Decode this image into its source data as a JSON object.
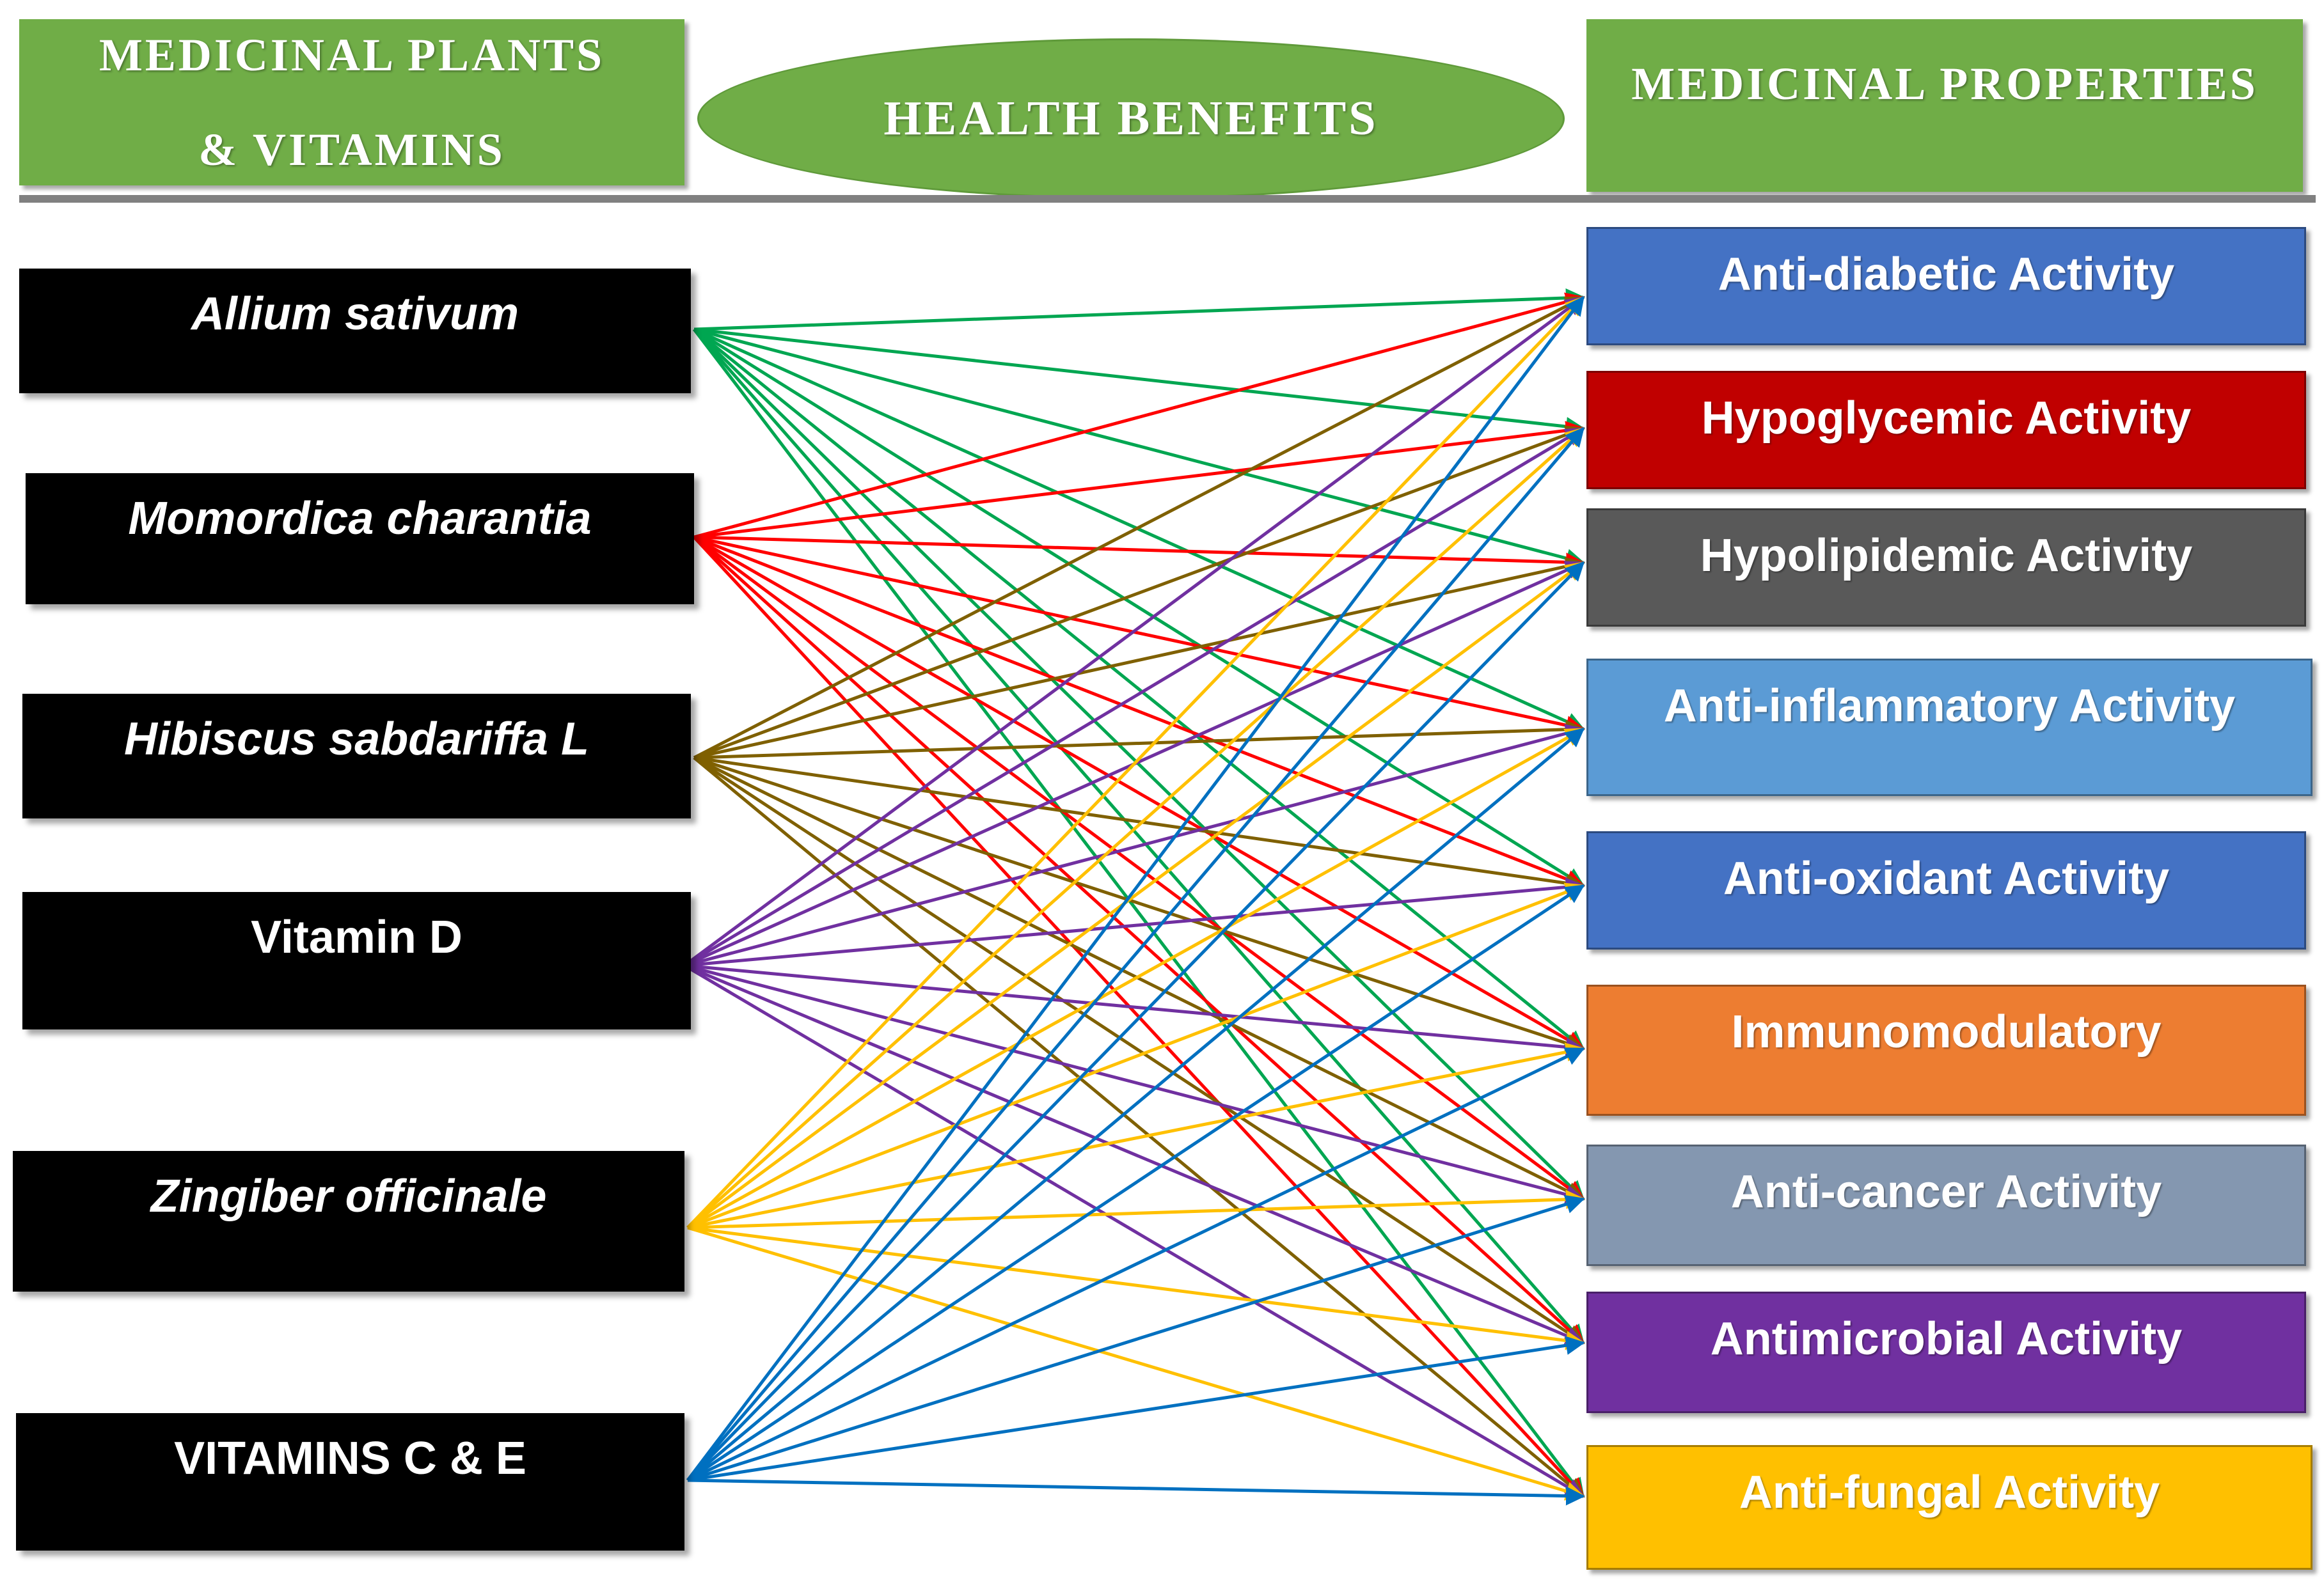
{
  "headers": {
    "plants_line1": "MEDICINAL PLANTS",
    "plants_line2": "& VITAMINS",
    "benefits": "HEALTH BENEFITS",
    "properties": "MEDICINAL PROPERTIES"
  },
  "sources": [
    {
      "label": "Allium sativum",
      "italic": true,
      "color": "#00a651"
    },
    {
      "label": "Momordica charantia",
      "italic": true,
      "color": "#ff0000"
    },
    {
      "label": "Hibiscus sabdariffa L",
      "italic": true,
      "color": "#7f6000"
    },
    {
      "label": "Vitamin D",
      "italic": false,
      "color": "#7030a0"
    },
    {
      "label": "Zingiber officinale",
      "italic": true,
      "color": "#ffc000"
    },
    {
      "label": "VITAMINS C & E",
      "italic": false,
      "color": "#0070c0"
    }
  ],
  "targets": [
    {
      "label": "Anti-diabetic Activity",
      "color": "#4472c4"
    },
    {
      "label": "Hypoglycemic Activity",
      "color": "#c00000"
    },
    {
      "label": "Hypolipidemic Activity",
      "color": "#595959"
    },
    {
      "label": "Anti-inflammatory Activity",
      "color": "#5b9bd5"
    },
    {
      "label": "Anti-oxidant Activity",
      "color": "#4472c4"
    },
    {
      "label": "Immunomodulatory",
      "color": "#ed7d31"
    },
    {
      "label": "Anti-cancer Activity",
      "color": "#8497b0"
    },
    {
      "label": "Antimicrobial Activity",
      "color": "#7030a0"
    },
    {
      "label": "Anti-fungal Activity",
      "color": "#ffc000"
    }
  ],
  "links": "all-to-all"
}
